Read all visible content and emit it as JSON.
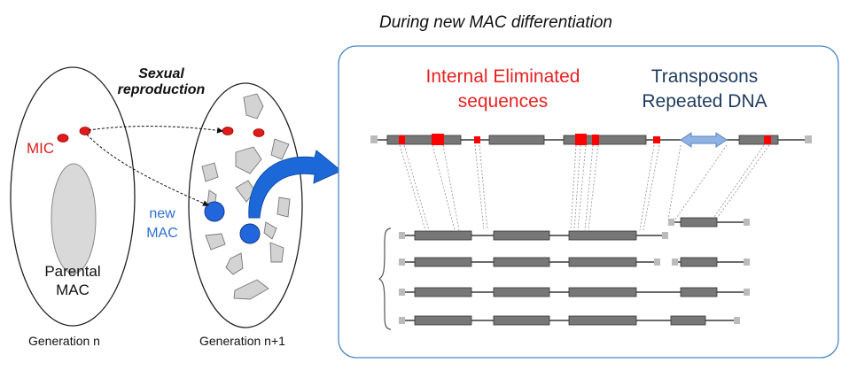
{
  "title": "During new MAC differentiation",
  "sexual_reproduction": {
    "line1": "Sexual",
    "line2": "reproduction"
  },
  "mic_label": "MIC",
  "new_mac": {
    "line1": "new",
    "line2": "MAC"
  },
  "parental_mac": {
    "line1": "Parental",
    "line2": "MAC"
  },
  "generation_n": "Generation n",
  "generation_n1": "Generation n+1",
  "ies_label": {
    "line1": "Internal Eliminated",
    "line2": "sequences"
  },
  "transposons_label": {
    "line1": "Transposons",
    "line2": "Repeated DNA"
  },
  "colors": {
    "mic_red": "#e01b1b",
    "new_mac_blue": "#2266dd",
    "ies_red": "#ff0000",
    "transposon_blue": "#8fb4e3",
    "panel_border": "#4a86c8",
    "exon_gray": "#777777",
    "telomere_gray": "#bbbbbb"
  },
  "icons": [
    "curved-arrow-icon",
    "dashed-arrow-icon",
    "double-arrow-icon",
    "brace-icon"
  ]
}
